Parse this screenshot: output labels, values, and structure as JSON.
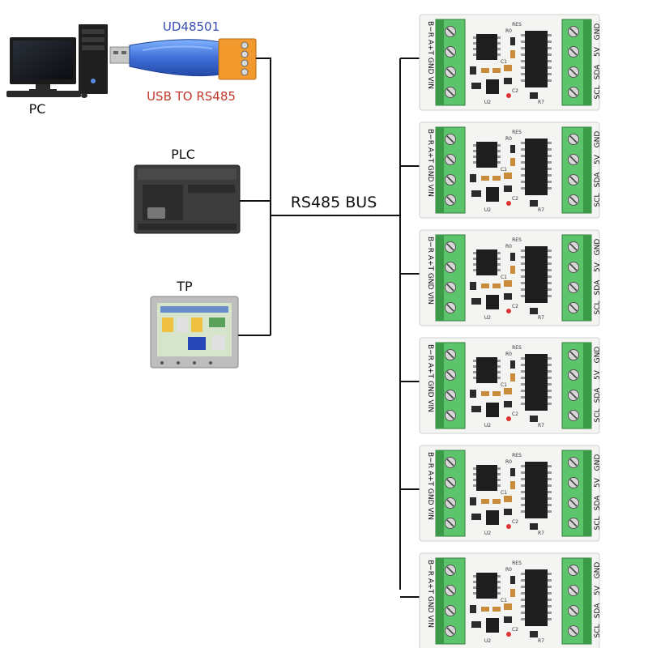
{
  "devices": {
    "pc": {
      "label": "PC"
    },
    "usb_adapter": {
      "model": "UD48501",
      "caption": "USB TO RS485"
    },
    "plc": {
      "label": "PLC"
    },
    "tp": {
      "label": "TP"
    }
  },
  "bus": {
    "label": "RS485 BUS"
  },
  "module": {
    "left_pins": [
      "B-",
      "A+",
      "GND",
      "VIN"
    ],
    "left_pins_label": "B−R A+T GND VIN",
    "right_pins": [
      "GND",
      "5V",
      "SDA",
      "SCL"
    ],
    "silk": {
      "res": "RES",
      "r0": "R0",
      "c2": "C2",
      "r7": "R7",
      "u2": "U2",
      "c1": "C1"
    },
    "count": 6
  },
  "colors": {
    "wire": "#111111",
    "board": "#f4f4f2",
    "terminal": "#5cc46a",
    "terminal_dark": "#3a9a48",
    "chip": "#1e1e1e",
    "usb_blue": "#3f6fd8",
    "usb_orange": "#f29a2e",
    "model_text": "#3a4fb0",
    "caption_text": "#c0392b"
  }
}
